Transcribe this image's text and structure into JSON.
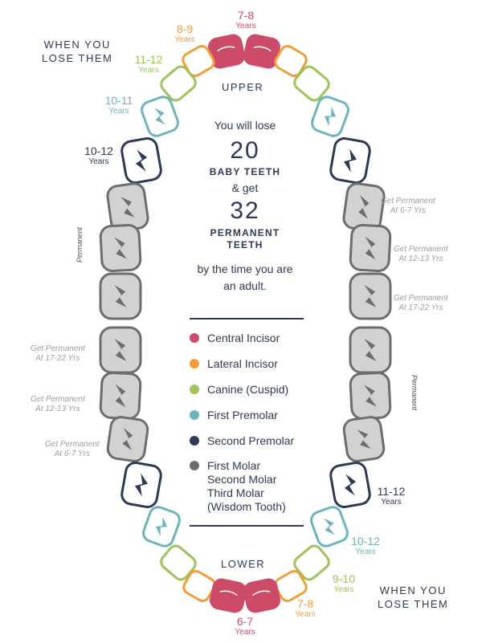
{
  "colors": {
    "central_incisor": "#cc4b68",
    "lateral_incisor": "#f29c38",
    "canine": "#9dc35a",
    "first_premolar": "#6cb3bd",
    "second_premolar": "#2d3a55",
    "molar": "#6d6d6d",
    "molar_fill": "#d2d2d2",
    "text_dark": "#2d3a55"
  },
  "upper_label": "UPPER",
  "lower_label": "LOWER",
  "when_you_lose_them_top": "WHEN YOU\nLOSE THEM",
  "when_you_lose_them_bottom": "WHEN YOU\nLOSE THEM",
  "age_labels": {
    "upper_central": {
      "range": "7-8",
      "unit": "Years"
    },
    "upper_lateral": {
      "range": "8-9",
      "unit": "Years"
    },
    "upper_canine": {
      "range": "11-12",
      "unit": "Years"
    },
    "upper_first_premolar": {
      "range": "10-11",
      "unit": "Years"
    },
    "upper_second_premolar": {
      "range": "10-12",
      "unit": "Years"
    },
    "lower_second_premolar": {
      "range": "11-12",
      "unit": "Years"
    },
    "lower_first_premolar": {
      "range": "10-12",
      "unit": "Years"
    },
    "lower_canine": {
      "range": "9-10",
      "unit": "Years"
    },
    "lower_lateral": {
      "range": "7-8",
      "unit": "Years"
    },
    "lower_central": {
      "range": "6-7",
      "unit": "Years"
    }
  },
  "get_permanent": {
    "upper_right_1": "Get Permanent\nAt 6-7 Yrs",
    "upper_right_2": "Get Permanent\nAt 12-13 Yrs",
    "upper_right_3": "Get Permanent\nAt 17-22 Yrs",
    "lower_left_1": "Get Permanent\nAt 17-22 Yrs",
    "lower_left_2": "Get Permanent\nAt 12-13 Yrs",
    "lower_left_3": "Get Permanent\nAt 6-7 Yrs"
  },
  "permanent_label_left": "Permanent",
  "permanent_label_right": "Permanent",
  "center": {
    "line1": "You will lose",
    "num1": "20",
    "line2": "BABY TEETH",
    "line3": "& get",
    "num2": "32",
    "line4": "PERMANENT\nTEETH",
    "line5": "by the time you are\nan adult."
  },
  "legend": [
    {
      "label": "Central Incisor",
      "color": "#cc4b68"
    },
    {
      "label": "Lateral Incisor",
      "color": "#f29c38"
    },
    {
      "label": "Canine (Cuspid)",
      "color": "#9dc35a"
    },
    {
      "label": "First Premolar",
      "color": "#6cb3bd"
    },
    {
      "label": "Second Premolar",
      "color": "#2d3a55"
    },
    {
      "label": "First Molar\nSecond Molar\nThird Molar\n(Wisdom Tooth)",
      "color": "#6d6d6d"
    }
  ]
}
